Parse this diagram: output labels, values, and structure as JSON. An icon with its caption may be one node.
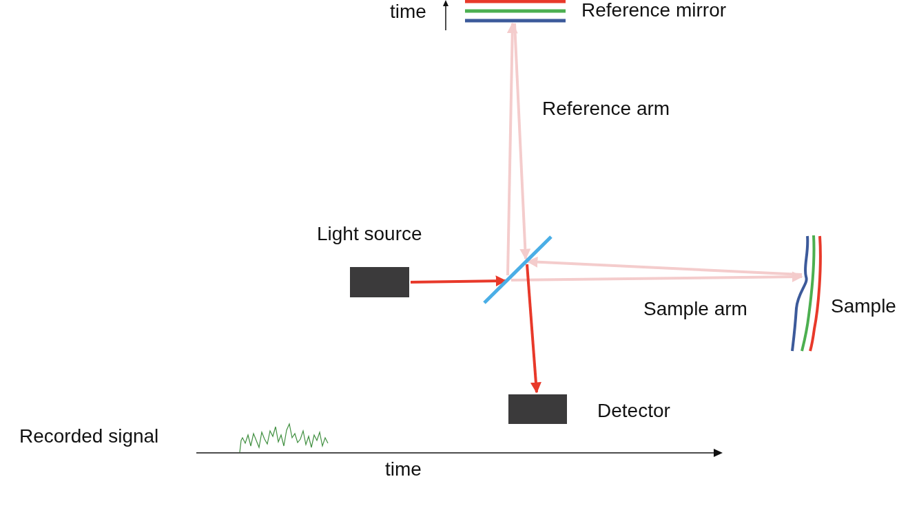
{
  "diagram": {
    "nodes": [
      {
        "text": [
          "Light source"
        ]
      },
      {
        "text": [],
        "shape": "bar"
      },
      {
        "text": [
          "Reference mirror"
        ]
      },
      {
        "text": [
          "Sample"
        ]
      },
      {
        "text": [
          "Detector"
        ]
      }
    ],
    "edges": [
      {
        "from": 0,
        "to": 1,
        "arrow": "to",
        "color": "#e8392a"
      },
      {
        "from": 1,
        "to": 2,
        "arrow": "to"
      },
      {
        "from": 2,
        "to": 1,
        "arrow": "to"
      },
      {
        "from": 1,
        "to": 3,
        "arrow": "to"
      },
      {
        "from": 3,
        "to": 1,
        "arrow": "to"
      },
      {
        "from": 1,
        "to": 4,
        "arrow": "to",
        "color": "#e8392a"
      }
    ],
    "labels": [
      "time",
      "Reference arm",
      "Sample arm",
      "Recorded signal",
      "time"
    ]
  }
}
